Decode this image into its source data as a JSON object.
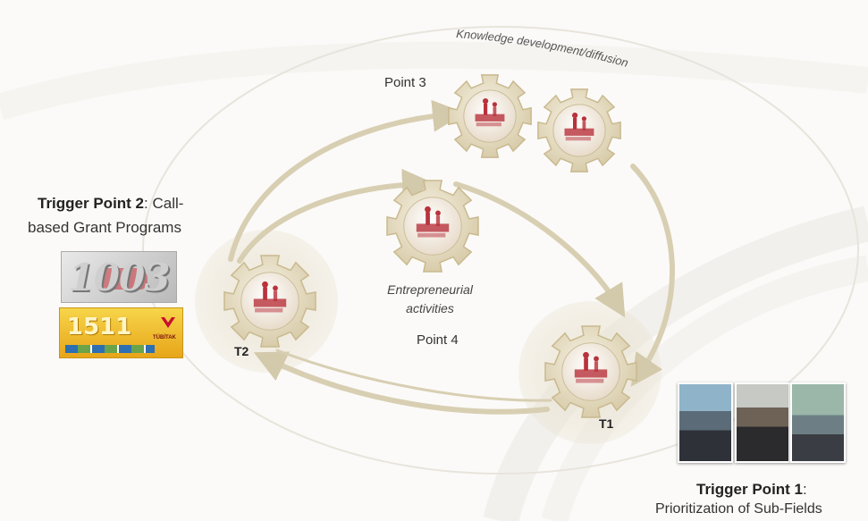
{
  "labels": {
    "knowledge": "Knowledge development/diffusion",
    "point3": "Point 3",
    "point4": "Point 4",
    "entrepreneurial_line1": "Entrepreneurial",
    "entrepreneurial_line2": "activities",
    "t1": "T1",
    "t2": "T2"
  },
  "trigger2": {
    "title": "Trigger Point 2",
    "rest_line1": ": Call-",
    "line2": "based Grant Programs"
  },
  "trigger1": {
    "title": "Trigger Point 1",
    "colon": ":",
    "line2": "Prioritization of Sub-Fields"
  },
  "logos": {
    "program_1003": "1003",
    "program_1511": "1511",
    "tubitak": "TÜBİTAK"
  },
  "colors": {
    "gear": "#e6dcc4",
    "gear_edge": "#c9b98f",
    "arrow": "#d8cfb3",
    "figure_red": "#b8323c"
  }
}
